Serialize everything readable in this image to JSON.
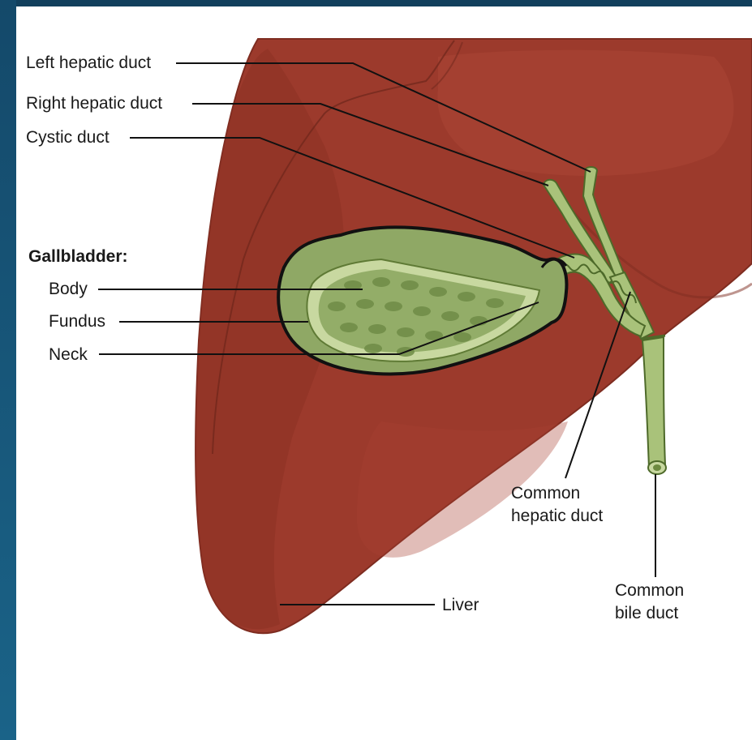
{
  "labels": {
    "left_hepatic_duct": "Left hepatic duct",
    "right_hepatic_duct": "Right hepatic duct",
    "cystic_duct": "Cystic duct",
    "gallbladder_heading": "Gallbladder:",
    "body": "Body",
    "fundus": "Fundus",
    "neck": "Neck",
    "liver": "Liver",
    "common_hepatic_duct_line1": "Common",
    "common_hepatic_duct_line2": "hepatic duct",
    "common_bile_duct_line1": "Common",
    "common_bile_duct_line2": "bile duct"
  },
  "colors": {
    "frame": "#15506f",
    "liver": "#9c3a2c",
    "liver_dark": "#7e2c20",
    "liver_light": "#b04a38",
    "gallbladder": "#8fa865",
    "gallbladder_light": "#c8d8a0",
    "duct": "#a9c27a",
    "duct_outline": "#4e6a2a",
    "leader_line": "#111111"
  }
}
